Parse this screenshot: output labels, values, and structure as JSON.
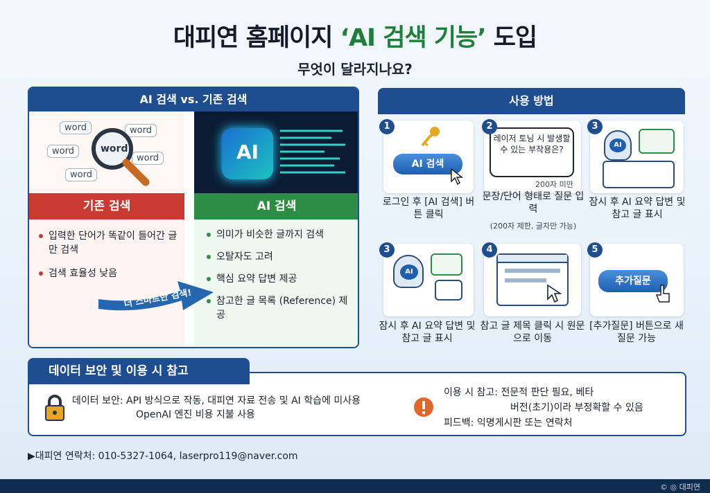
{
  "header": {
    "title_prefix": "대피연 홈페이지 ",
    "title_highlight": "‘AI 검색 기능’",
    "title_suffix": " 도입",
    "subtitle": "무엇이 달라지나요?"
  },
  "comparison": {
    "header": "AI 검색 vs. 기존 검색",
    "old": {
      "title": "기존 검색",
      "words": [
        "word",
        "word",
        "word",
        "word",
        "word",
        "word"
      ],
      "items": [
        "입력한 단어가 똑같이 들어간 글만 검색",
        "검색 효율성 낮음"
      ]
    },
    "new": {
      "title": "AI 검색",
      "chip_label": "AI",
      "items": [
        "의미가 비슷한 글까지 검색",
        "오탈자도 고려",
        "핵심 요약 답변 제공",
        "참고한 글 목록 (Reference) 제공"
      ]
    },
    "arrow_label": "더 스마트한 검색!"
  },
  "usage": {
    "header": "사용 방법",
    "steps": [
      {
        "num": "1",
        "caption": "로그인 후 [AI 검색] 버튼 클릭",
        "button": "AI 검색"
      },
      {
        "num": "2",
        "caption": "문장/단어 형태로 질문 입력",
        "note": "(200자 제한, 글자만 가능)",
        "bubble": "레이저 토닝 시 발생할 수 있는 부작용은?",
        "bubble_note": "200자 미만"
      },
      {
        "num": "3",
        "caption": "잠시 후 AI 요약 답변 및 참고 글 표시",
        "chip": "AI"
      },
      {
        "num": "3",
        "caption": "잠시 후 AI 요약 답변 및 참고 글 표시",
        "chip": "AI"
      },
      {
        "num": "4",
        "caption": "참고 글 제목 클릭 시 원문으로 이동"
      },
      {
        "num": "5",
        "caption": "[추가질문] 버튼으로 새 질문 가능",
        "button": "추가질문"
      }
    ]
  },
  "notice": {
    "header": "데이터 보안 및 이용 시 참고",
    "security_label": "데이터 보안:",
    "security_text1": "API 방식으로 작동, 대피연 자료 전송 및 AI 학습에 미사용",
    "security_text2": "OpenAI 엔진 비용 지불 사용",
    "usage_label": "이용 시 참고:",
    "usage_text1": "전문적 판단 필요, 베타",
    "usage_text2": "버전(초기)이라 부정확할 수 있음",
    "feedback_label": "피드백:",
    "feedback_text": "익명게시판 또는 연락처"
  },
  "footer": {
    "contact": "▶대피연 연락처: 010-5327-1064, laserpro119@naver.com",
    "copyright": "© ◎ 대피연"
  },
  "colors": {
    "navy": "#1e4e8f",
    "old_red": "#c93b32",
    "new_green": "#2e8d45",
    "highlight_green": "#1f7f3a"
  }
}
